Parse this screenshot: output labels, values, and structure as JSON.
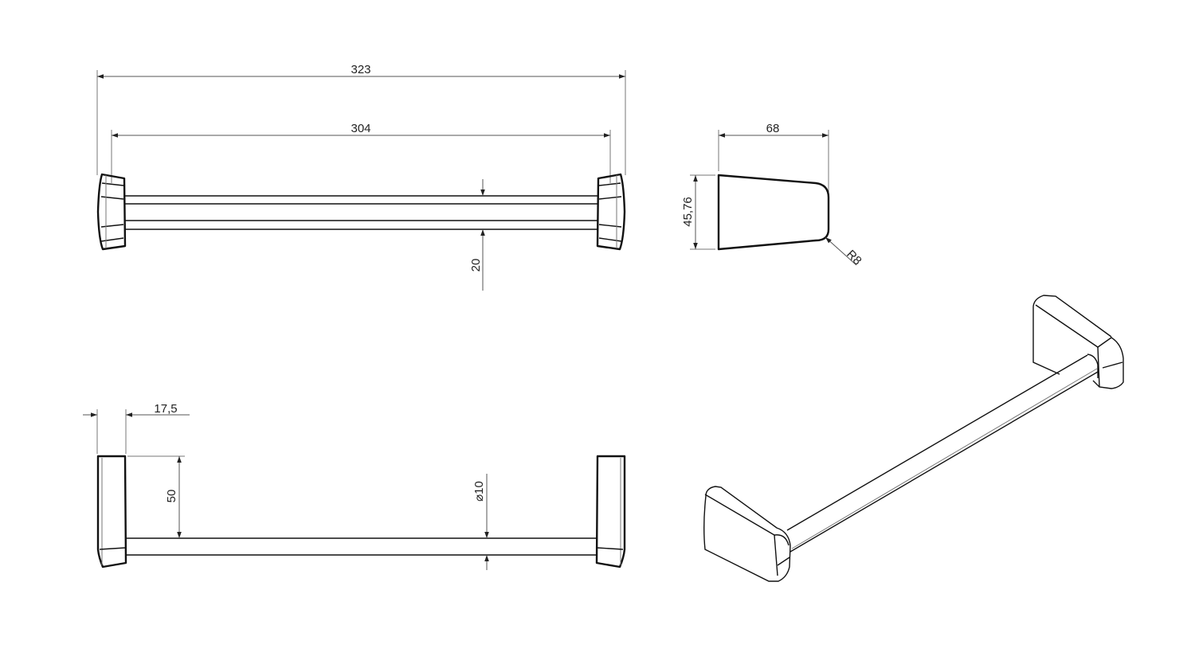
{
  "drawing": {
    "top_view": {
      "overall_length": "323",
      "rod_length": "304",
      "projection": "20"
    },
    "side_view": {
      "depth": "68",
      "height": "45,76",
      "radius": "R8"
    },
    "front_view": {
      "bracket_width": "17,5",
      "bracket_height": "50",
      "rod_diameter": "⌀10"
    }
  }
}
